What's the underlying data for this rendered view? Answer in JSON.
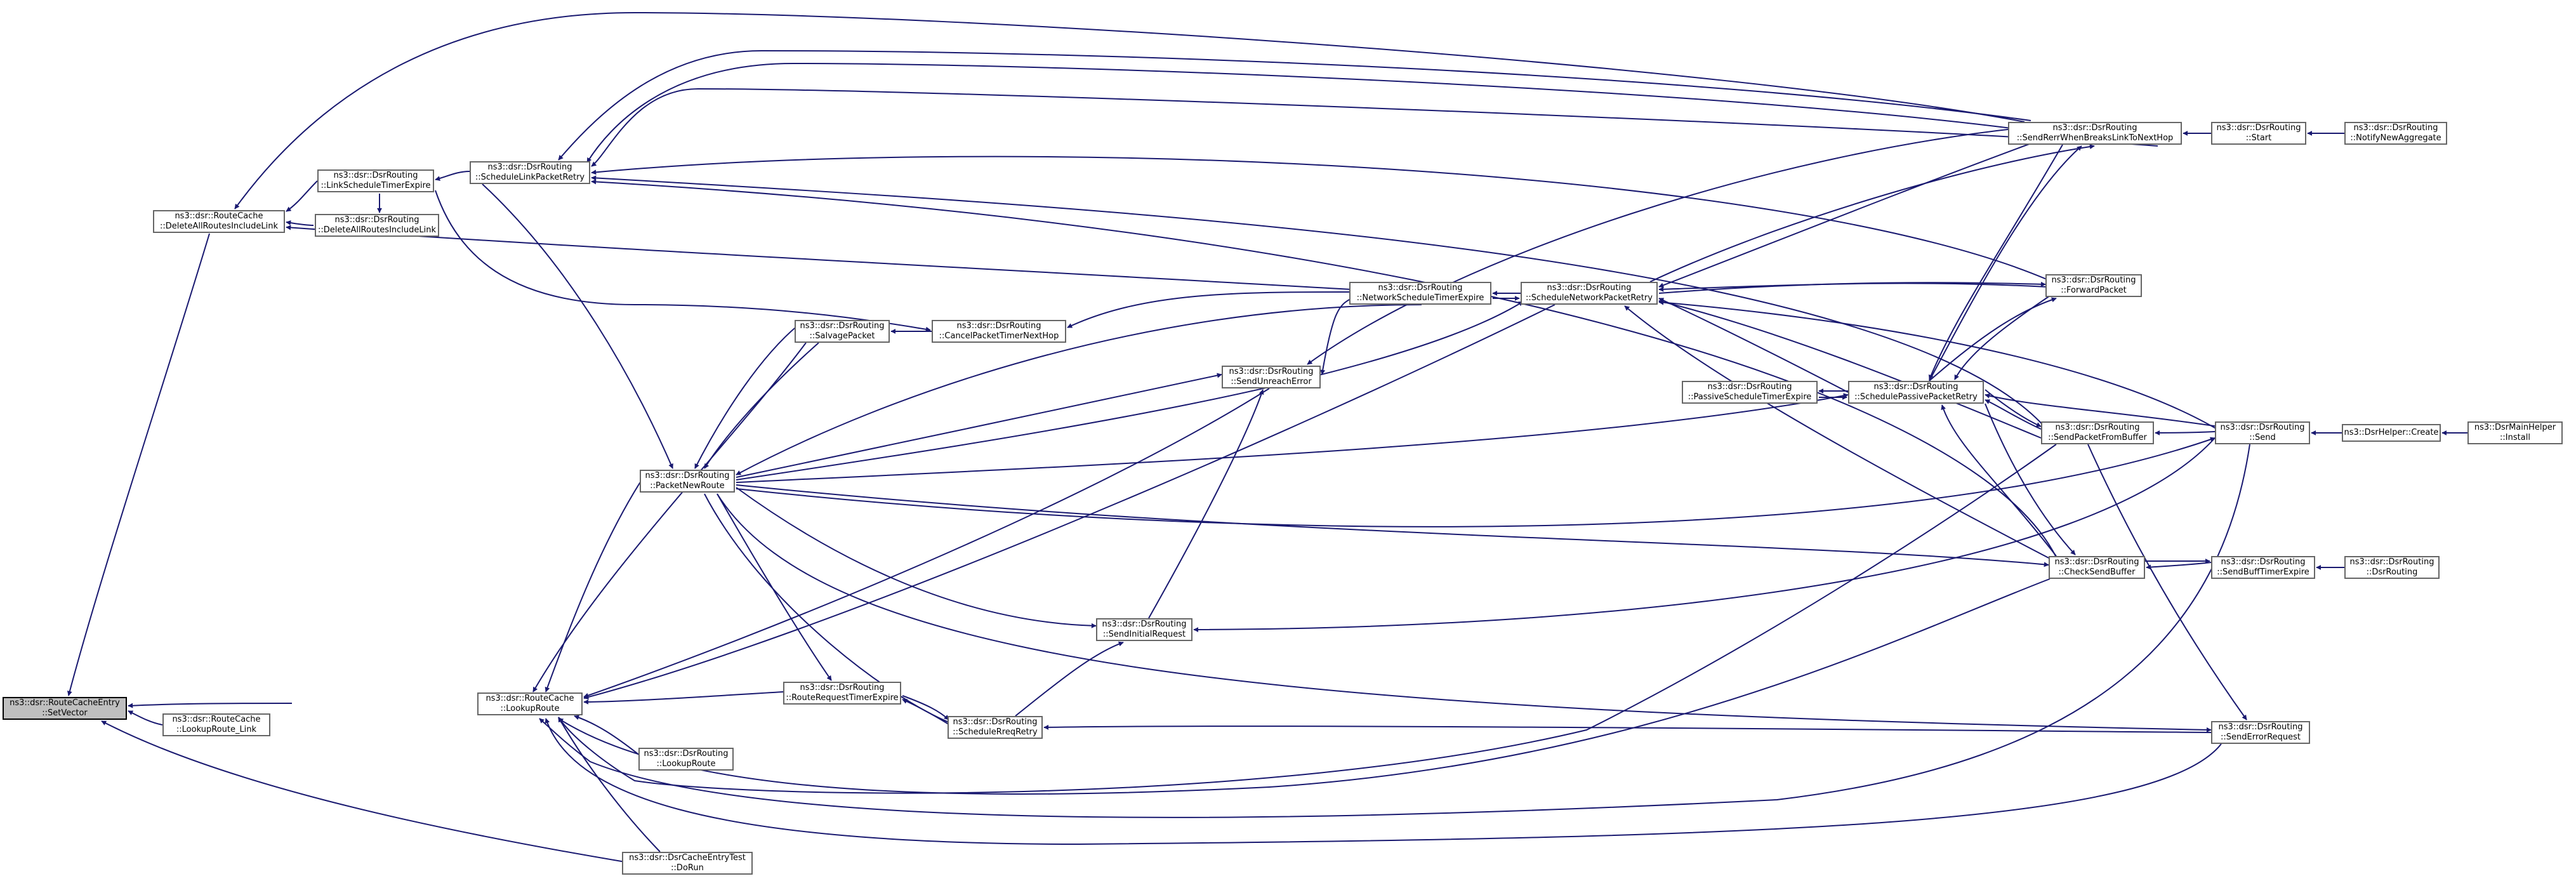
{
  "colors": {
    "edge": "#191970",
    "node_border": "#666666",
    "current_fill": "#bfbfbf"
  },
  "nodes": {
    "setvector": {
      "line1": "ns3::dsr::RouteCacheEntry",
      "line2": "::SetVector"
    },
    "delallroutes": {
      "line1": "ns3::dsr::RouteCache",
      "line2": "::DeleteAllRoutesIncludeLink"
    },
    "lookuproutelink": {
      "line1": "ns3::dsr::RouteCache",
      "line2": "::LookupRoute_Link"
    },
    "rc_lookuproute": {
      "line1": "ns3::dsr::RouteCache",
      "line2": "::LookupRoute"
    },
    "linktimer": {
      "line1": "ns3::dsr::DsrRouting",
      "line2": "::LinkScheduleTimerExpire"
    },
    "dr_delall": {
      "line1": "ns3::dsr::DsrRouting",
      "line2": "::DeleteAllRoutesIncludeLink"
    },
    "linkretry": {
      "line1": "ns3::dsr::DsrRouting",
      "line2": "::ScheduleLinkPacketRetry"
    },
    "salvage": {
      "line1": "ns3::dsr::DsrRouting",
      "line2": "::SalvagePacket"
    },
    "packetnewroute": {
      "line1": "ns3::dsr::DsrRouting",
      "line2": "::PacketNewRoute"
    },
    "cancelnexthop": {
      "line1": "ns3::dsr::DsrRouting",
      "line2": "::CancelPacketTimerNextHop"
    },
    "sendunreach": {
      "line1": "ns3::dsr::DsrRouting",
      "line2": "::SendUnreachError"
    },
    "netschedtimer": {
      "line1": "ns3::dsr::DsrRouting",
      "line2": "::NetworkScheduleTimerExpire"
    },
    "netretry": {
      "line1": "ns3::dsr::DsrRouting",
      "line2": "::ScheduleNetworkPacketRetry"
    },
    "passivetimer": {
      "line1": "ns3::dsr::DsrRouting",
      "line2": "::PassiveScheduleTimerExpire"
    },
    "passiveretry": {
      "line1": "ns3::dsr::DsrRouting",
      "line2": "::SchedulePassivePacketRetry"
    },
    "sendinitial": {
      "line1": "ns3::dsr::DsrRouting",
      "line2": "::SendInitialRequest"
    },
    "routereqtimer": {
      "line1": "ns3::dsr::DsrRouting",
      "line2": "::RouteRequestTimerExpire"
    },
    "schedreq": {
      "line1": "ns3::dsr::DsrRouting",
      "line2": "::ScheduleRreqRetry"
    },
    "dr_lookuproute": {
      "line1": "ns3::dsr::DsrRouting",
      "line2": "::LookupRoute"
    },
    "dorun": {
      "line1": "ns3::dsr::DsrCacheEntryTest",
      "line2": "::DoRun"
    },
    "sendrerr": {
      "line1": "ns3::dsr::DsrRouting",
      "line2": "::SendRerrWhenBreaksLinkToNextHop"
    },
    "forward": {
      "line1": "ns3::dsr::DsrRouting",
      "line2": "::ForwardPacket"
    },
    "sendfrombuffer": {
      "line1": "ns3::dsr::DsrRouting",
      "line2": "::SendPacketFromBuffer"
    },
    "checksend": {
      "line1": "ns3::dsr::DsrRouting",
      "line2": "::CheckSendBuffer"
    },
    "senderrreq": {
      "line1": "ns3::dsr::DsrRouting",
      "line2": "::SendErrorRequest"
    },
    "start": {
      "line1": "ns3::dsr::DsrRouting",
      "line2": "::Start"
    },
    "notify": {
      "line1": "ns3::dsr::DsrRouting",
      "line2": "::NotifyNewAggregate"
    },
    "send": {
      "line1": "ns3::dsr::DsrRouting",
      "line2": "::Send"
    },
    "bufftimer": {
      "line1": "ns3::dsr::DsrRouting",
      "line2": "::SendBuffTimerExpire"
    },
    "dsrrouting": {
      "line1": "ns3::dsr::DsrRouting",
      "line2": "::DsrRouting"
    },
    "helpercreate": {
      "line1": "ns3::DsrHelper::Create",
      "line2": ""
    },
    "install": {
      "line1": "ns3::DsrMainHelper",
      "line2": "::Install"
    }
  }
}
